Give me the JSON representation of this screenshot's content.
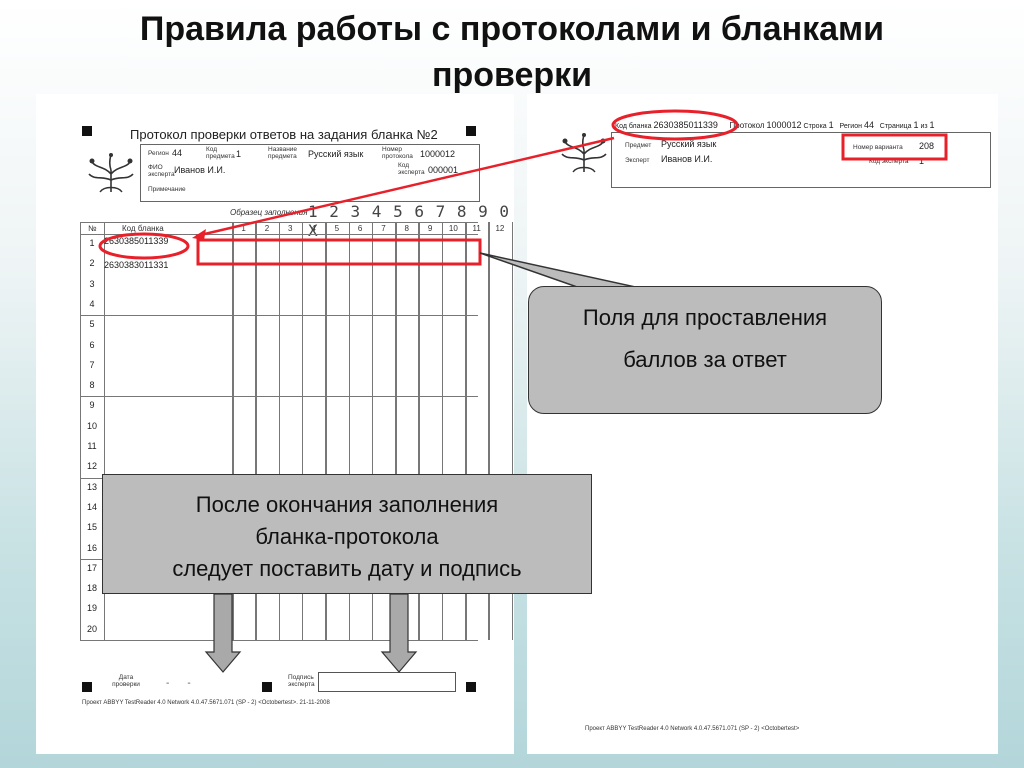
{
  "page": {
    "title_line1": "Правила работы с протоколами и бланками",
    "title_line2": "проверки"
  },
  "left_form": {
    "heading": "Протокол проверки ответов на задания бланка №2",
    "region_label": "Регион",
    "region_value": "44",
    "subject_code_label": "Код предмета",
    "subject_code_value": "1",
    "subject_name_label": "Название предмета",
    "subject_name_value": "Русский язык",
    "protocol_no_label": "Номер протокола",
    "protocol_no_value": "1000012",
    "expert_name_label": "ФИО эксперта",
    "expert_name_value": "Иванов И.И.",
    "expert_code_label": "Код эксперта",
    "expert_code_value": "000001",
    "note_label": "Примечание",
    "sample_label": "Образец заполнения",
    "sample_digits": "1 2 3 4 5 6 7 8 9 0 X",
    "col_no": "№",
    "col_code": "Код бланка",
    "columns": [
      "1",
      "2",
      "3",
      "4",
      "5",
      "6",
      "7",
      "8",
      "9",
      "10",
      "11",
      "12"
    ],
    "row_numbers": [
      "1",
      "2",
      "3",
      "4",
      "5",
      "6",
      "7",
      "8",
      "9",
      "10",
      "11",
      "12",
      "13",
      "14",
      "15",
      "16",
      "17",
      "18",
      "19",
      "20"
    ],
    "codes": [
      "2630385011339",
      "2630383011331"
    ],
    "date_label": "Дата проверки",
    "signature_label": "Подпись эксперта",
    "footer": "Проект ABBYY TestReader 4.0 Network 4.0.47.5671.071 (SP - 2) <Octobertest>. 21-11-2008"
  },
  "right_form": {
    "blank_code_label": "Код бланка",
    "blank_code_value": "2630385011339",
    "protocol_label": "Протокол",
    "protocol_value": "1000012",
    "row_label": "Строка",
    "row_value": "1",
    "region_label": "Регион",
    "region_value": "44",
    "page_label": "Страница",
    "page_value": "1",
    "of_label": "из",
    "of_value": "1",
    "subject_label": "Предмет",
    "subject_value": "Русский язык",
    "expert_label": "Эксперт",
    "expert_value": "Иванов И.И.",
    "variant_label": "Номер варианта",
    "variant_value": "208",
    "expert_code_label": "Код эксперта",
    "expert_code_value": "1",
    "footer": "Проект ABBYY TestReader 4.0 Network 4.0.47.5671.071 (SP - 2) <Octobertest>"
  },
  "callouts": {
    "score_line1": "Поля для проставления",
    "score_line2": "баллов за ответ",
    "date_line1": "После окончания заполнения",
    "date_line2": "бланка-протокола",
    "date_line3": "следует поставить дату и подпись"
  },
  "colors": {
    "highlight": "#e8202a",
    "callout_fill": "#bcbcbc",
    "arrow_fill": "#a9a9a9"
  }
}
